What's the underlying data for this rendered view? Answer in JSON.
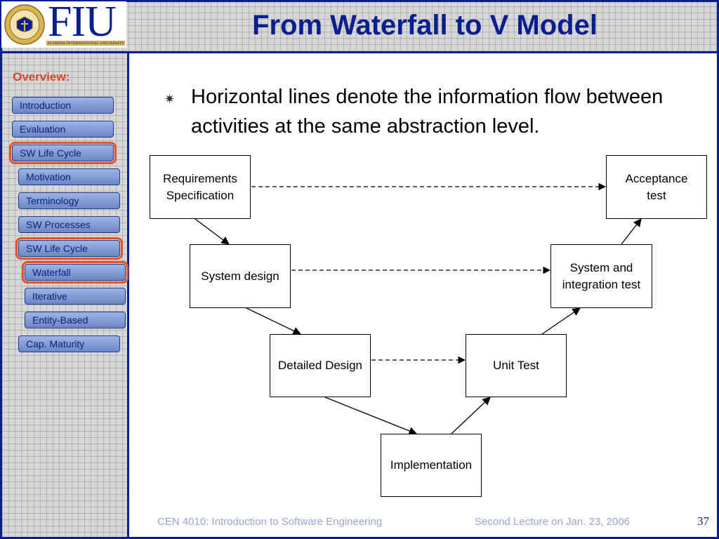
{
  "header": {
    "logo_word": "FIU",
    "logo_subtext": "FLORIDA INTERNATIONAL UNIVERSITY",
    "title": "From Waterfall to V Model"
  },
  "sidebar": {
    "overview_label": "Overview:",
    "items": [
      {
        "label": "Introduction",
        "selected": false
      },
      {
        "label": "Evaluation",
        "selected": false
      },
      {
        "label": "SW Life Cycle",
        "selected": true
      },
      {
        "label": "Motivation",
        "selected": false
      },
      {
        "label": "Terminology",
        "selected": false
      },
      {
        "label": "SW Processes",
        "selected": false
      },
      {
        "label": "SW Life Cycle",
        "selected": true
      },
      {
        "label": "Waterfall",
        "selected": true
      },
      {
        "label": "Iterative",
        "selected": false
      },
      {
        "label": "Entity-Based",
        "selected": false
      },
      {
        "label": "Cap. Maturity",
        "selected": false
      }
    ]
  },
  "content": {
    "bullet": "Horizontal lines denote the information flow between activities at the same abstraction level."
  },
  "diagram": {
    "nodes": [
      {
        "id": "req",
        "label": "Requirements Specification"
      },
      {
        "id": "acc",
        "label": "Acceptance test"
      },
      {
        "id": "sysd",
        "label": "System design"
      },
      {
        "id": "sint",
        "label": "System and integration test"
      },
      {
        "id": "det",
        "label": "Detailed Design"
      },
      {
        "id": "unit",
        "label": "Unit Test"
      },
      {
        "id": "impl",
        "label": "Implementation"
      }
    ],
    "edges": [
      {
        "from": "req",
        "to": "sysd",
        "style": "solid"
      },
      {
        "from": "sysd",
        "to": "det",
        "style": "solid"
      },
      {
        "from": "det",
        "to": "impl",
        "style": "solid"
      },
      {
        "from": "impl",
        "to": "unit",
        "style": "solid"
      },
      {
        "from": "unit",
        "to": "sint",
        "style": "solid"
      },
      {
        "from": "sint",
        "to": "acc",
        "style": "solid"
      },
      {
        "from": "req",
        "to": "acc",
        "style": "dashed"
      },
      {
        "from": "sysd",
        "to": "sint",
        "style": "dashed"
      },
      {
        "from": "det",
        "to": "unit",
        "style": "dashed"
      }
    ]
  },
  "footer": {
    "course": "CEN 4010: Introduction to Software Engineering",
    "lecture": "Second Lecture on Jan. 23, 2006",
    "page": "37"
  }
}
